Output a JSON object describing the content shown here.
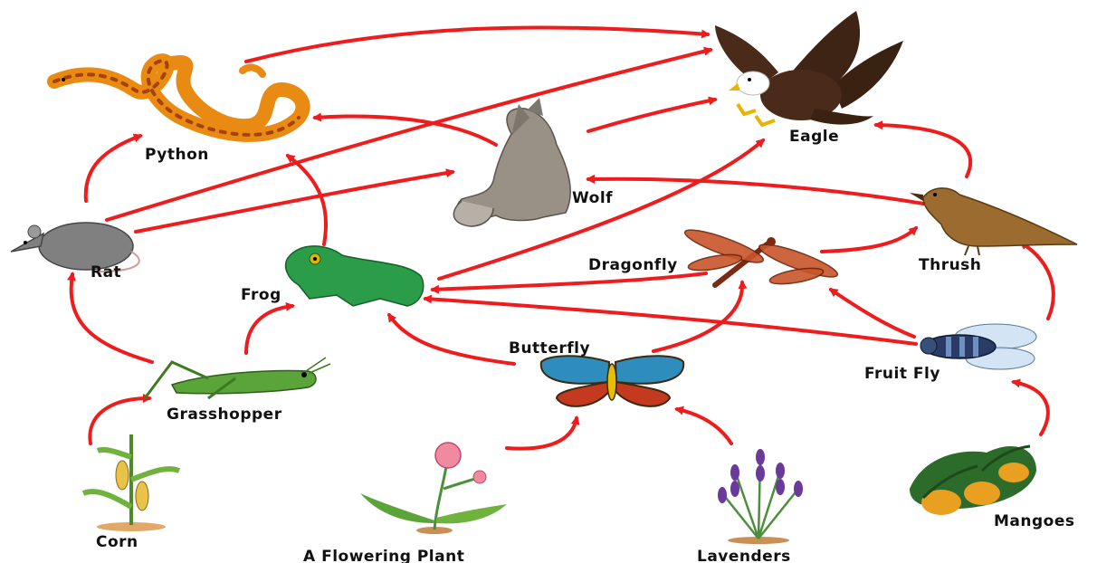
{
  "colors": {
    "arrow": "#ee1c1c",
    "label": "#111111",
    "background": "#ffffff"
  },
  "nodes": {
    "eagle": {
      "label": "Eagle",
      "icon": "eagle-icon"
    },
    "python": {
      "label": "Python",
      "icon": "python-icon"
    },
    "wolf": {
      "label": "Wolf",
      "icon": "wolf-icon"
    },
    "rat": {
      "label": "Rat",
      "icon": "rat-icon"
    },
    "frog": {
      "label": "Frog",
      "icon": "frog-icon"
    },
    "dragonfly": {
      "label": "Dragonfly",
      "icon": "dragonfly-icon"
    },
    "thrush": {
      "label": "Thrush",
      "icon": "thrush-icon"
    },
    "butterfly": {
      "label": "Butterfly",
      "icon": "butterfly-icon"
    },
    "fruit_fly": {
      "label": "Fruit Fly",
      "icon": "fruit-fly-icon"
    },
    "grasshopper": {
      "label": "Grasshopper",
      "icon": "grasshopper-icon"
    },
    "corn": {
      "label": "Corn",
      "icon": "corn-icon"
    },
    "flowering_plant": {
      "label": "A Flowering Plant",
      "icon": "flowering-plant-icon"
    },
    "lavenders": {
      "label": "Lavenders",
      "icon": "lavender-icon"
    },
    "mangoes": {
      "label": "Mangoes",
      "icon": "mango-icon"
    }
  },
  "edges": [
    {
      "from": "Corn",
      "to": "Grasshopper"
    },
    {
      "from": "Grasshopper",
      "to": "Rat"
    },
    {
      "from": "Grasshopper",
      "to": "Frog"
    },
    {
      "from": "A Flowering Plant",
      "to": "Butterfly"
    },
    {
      "from": "Lavenders",
      "to": "Butterfly"
    },
    {
      "from": "Mangoes",
      "to": "Fruit Fly"
    },
    {
      "from": "Butterfly",
      "to": "Frog"
    },
    {
      "from": "Butterfly",
      "to": "Dragonfly"
    },
    {
      "from": "Fruit Fly",
      "to": "Frog"
    },
    {
      "from": "Fruit Fly",
      "to": "Dragonfly"
    },
    {
      "from": "Fruit Fly",
      "to": "Thrush"
    },
    {
      "from": "Dragonfly",
      "to": "Frog"
    },
    {
      "from": "Dragonfly",
      "to": "Thrush"
    },
    {
      "from": "Rat",
      "to": "Python"
    },
    {
      "from": "Rat",
      "to": "Wolf"
    },
    {
      "from": "Rat",
      "to": "Eagle"
    },
    {
      "from": "Frog",
      "to": "Python"
    },
    {
      "from": "Frog",
      "to": "Eagle"
    },
    {
      "from": "Wolf",
      "to": "Python"
    },
    {
      "from": "Wolf",
      "to": "Eagle"
    },
    {
      "from": "Python",
      "to": "Eagle"
    },
    {
      "from": "Thrush",
      "to": "Wolf"
    },
    {
      "from": "Thrush",
      "to": "Eagle"
    }
  ]
}
